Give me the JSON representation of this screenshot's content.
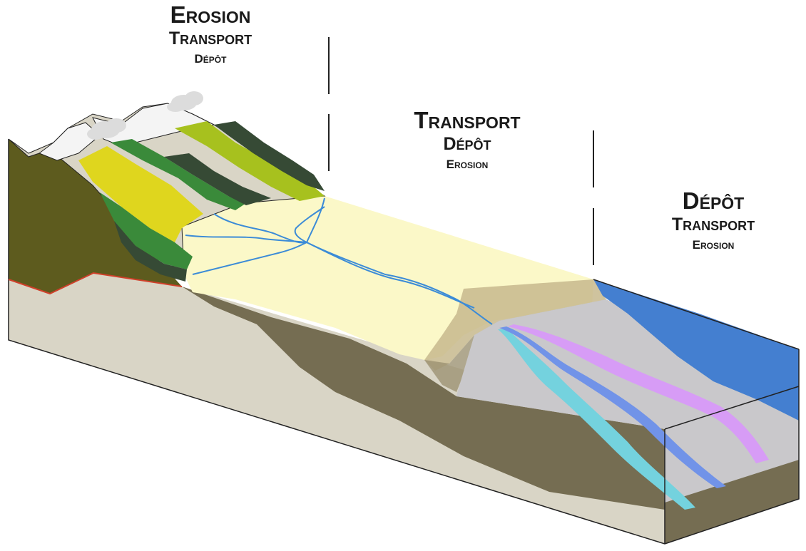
{
  "zones": {
    "upstream": {
      "primary": "Erosion",
      "secondary": "Transport",
      "tertiary": "Dépôt"
    },
    "middle": {
      "primary": "Transport",
      "secondary": "Dépôt",
      "tertiary": "Erosion"
    },
    "downstream": {
      "primary": "Dépôt",
      "secondary": "Transport",
      "tertiary": "Erosion"
    }
  },
  "colors": {
    "plain": "#fbf8c8",
    "block_side": "#d9d5c6",
    "dark_stratum": "#756d52",
    "mountain_left": "#5d5b1e",
    "ocean": "#447fd0",
    "shelf": "#c9c8cb",
    "channel_cyan": "#74d2de",
    "channel_blue": "#7193e8",
    "channel_violet": "#d79cf6",
    "river": "#3b8bd7",
    "band_yellow": "#dfd61e",
    "band_green": "#3a8a3a",
    "band_dark": "#364a35",
    "band_lime": "#a7c11e"
  },
  "icons": [
    "cloud-icon",
    "cloud-icon"
  ]
}
